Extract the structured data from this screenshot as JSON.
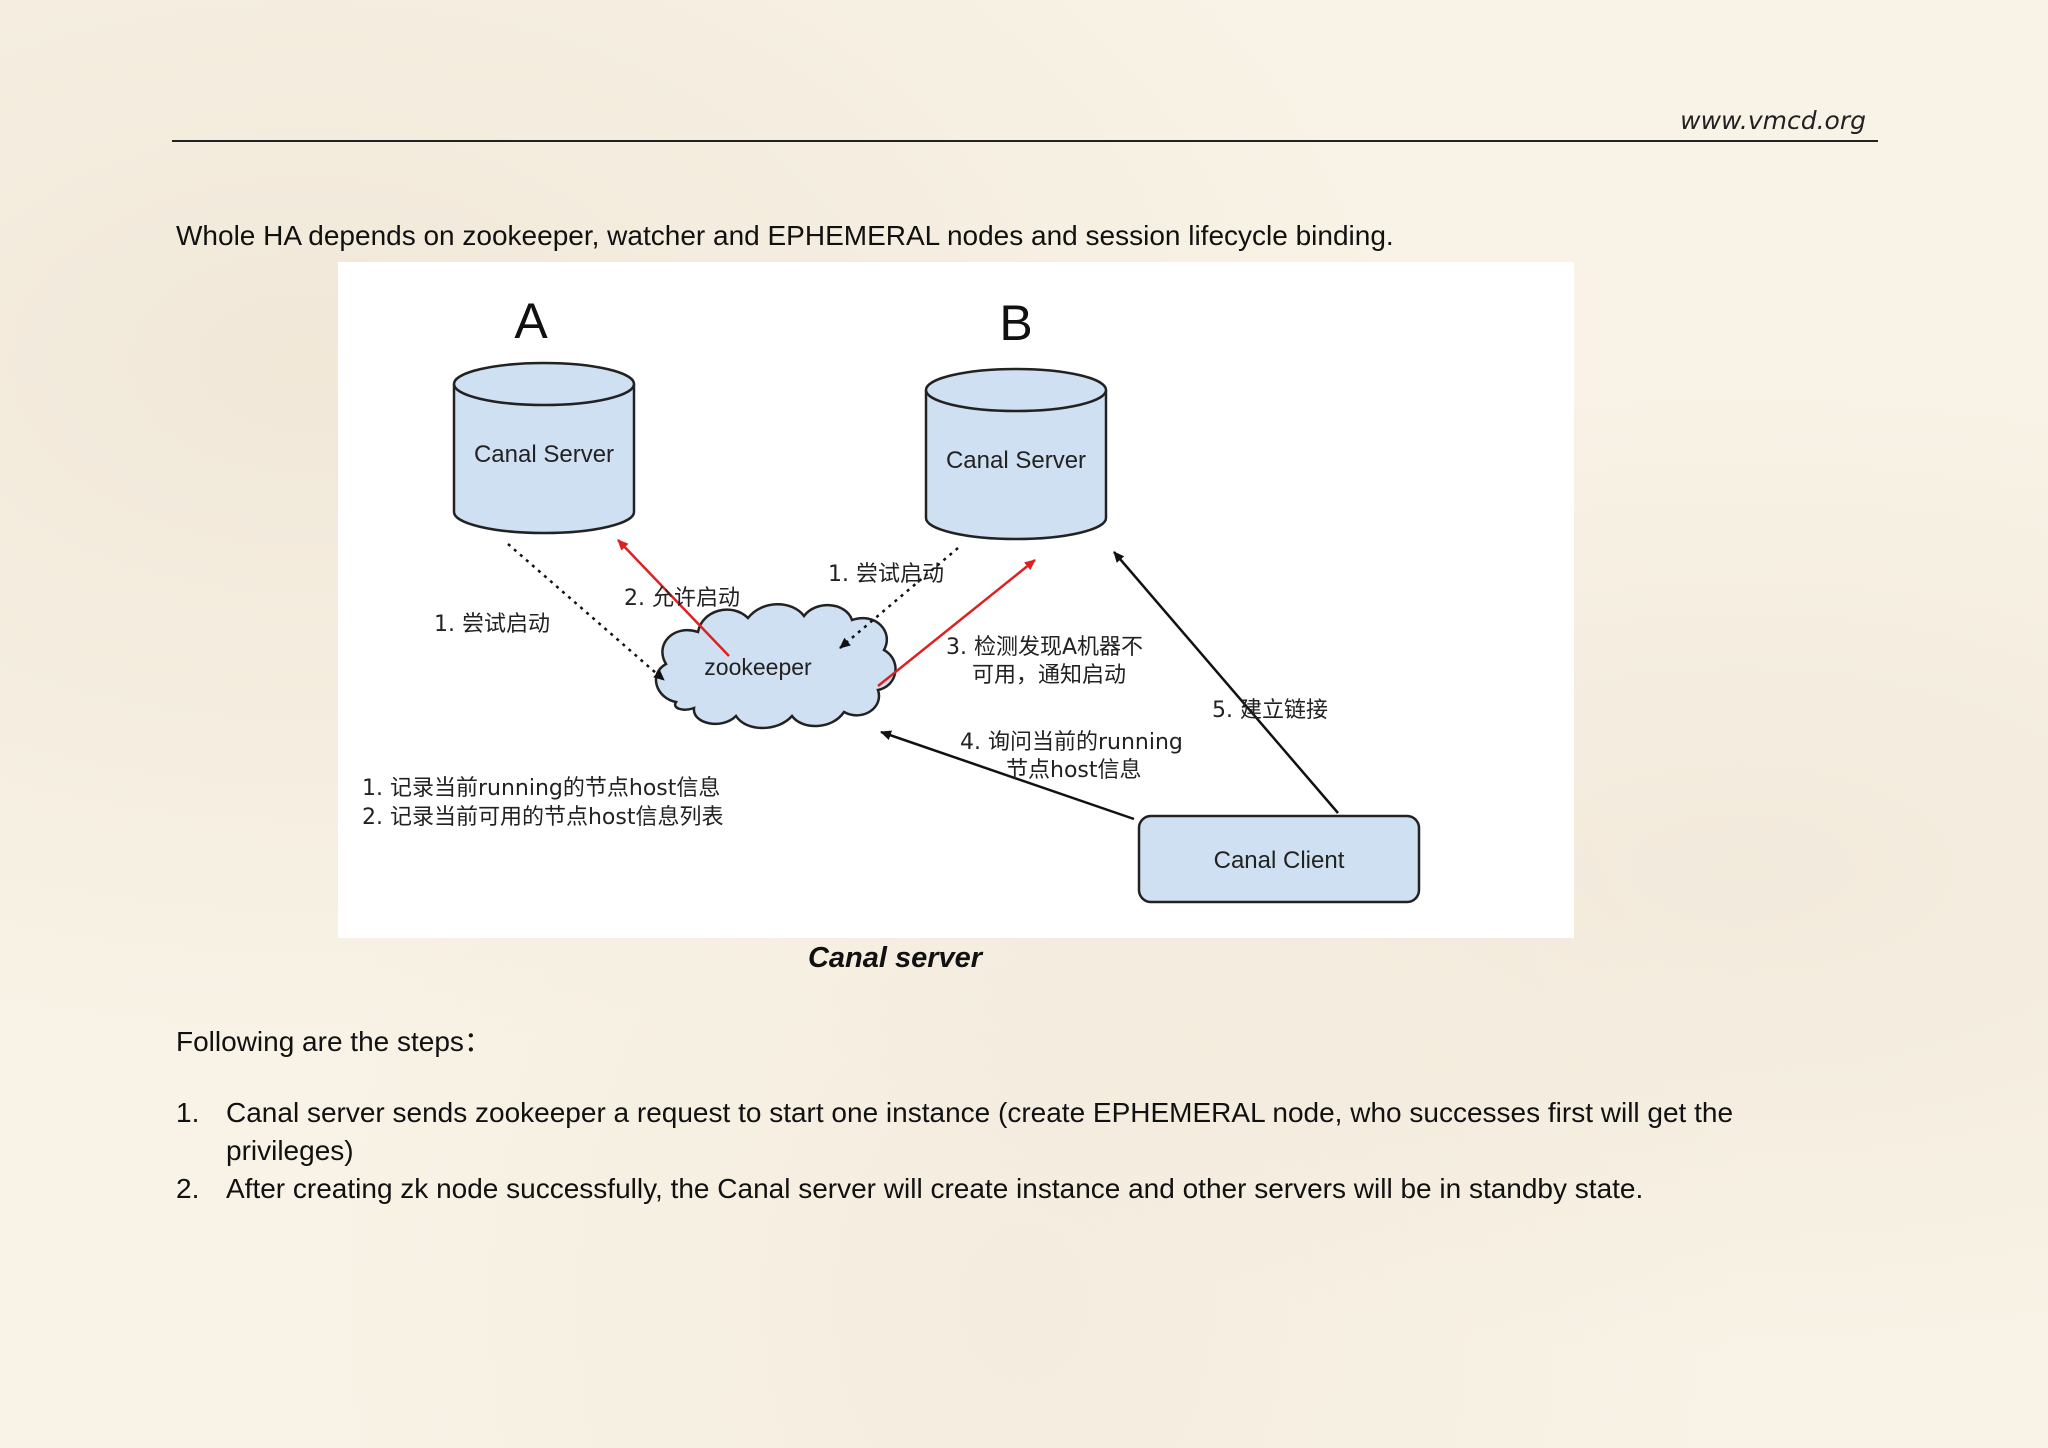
{
  "header": {
    "url": "www.vmcd.org"
  },
  "intro": "Whole HA depends on zookeeper, watcher and EPHEMERAL nodes and session lifecycle binding.",
  "diagram": {
    "server_a": {
      "letter": "A",
      "label": "Canal Server"
    },
    "server_b": {
      "letter": "B",
      "label": "Canal Server"
    },
    "zookeeper_label": "zookeeper",
    "client_label": "Canal Client",
    "labels": {
      "a_try_start": "1. 尝试启动",
      "a_allow_start": "2. 允许启动",
      "b_try_start": "1. 尝试启动",
      "detect_line1": "3. 检测发现A机器不",
      "detect_line2": "可用，通知启动",
      "query_line1": "4. 询问当前的running",
      "query_line2": "节点host信息",
      "connect": "5. 建立链接",
      "zk_note1": "1. 记录当前running的节点host信息",
      "zk_note2": "2. 记录当前可用的节点host信息列表"
    },
    "colors": {
      "node_fill": "#cfe0f3",
      "node_stroke": "#222222",
      "red_arrow": "#e02020",
      "black_arrow": "#111111"
    }
  },
  "caption": "Canal server",
  "steps_intro": "Following are the steps：",
  "steps": [
    {
      "number": "1.",
      "text": "Canal server sends zookeeper a request to start one instance (create EPHEMERAL node, who successes first will get the privileges)"
    },
    {
      "number": "2.",
      "text": "After creating zk node successfully, the Canal server will create instance and other servers will be in standby state."
    }
  ]
}
